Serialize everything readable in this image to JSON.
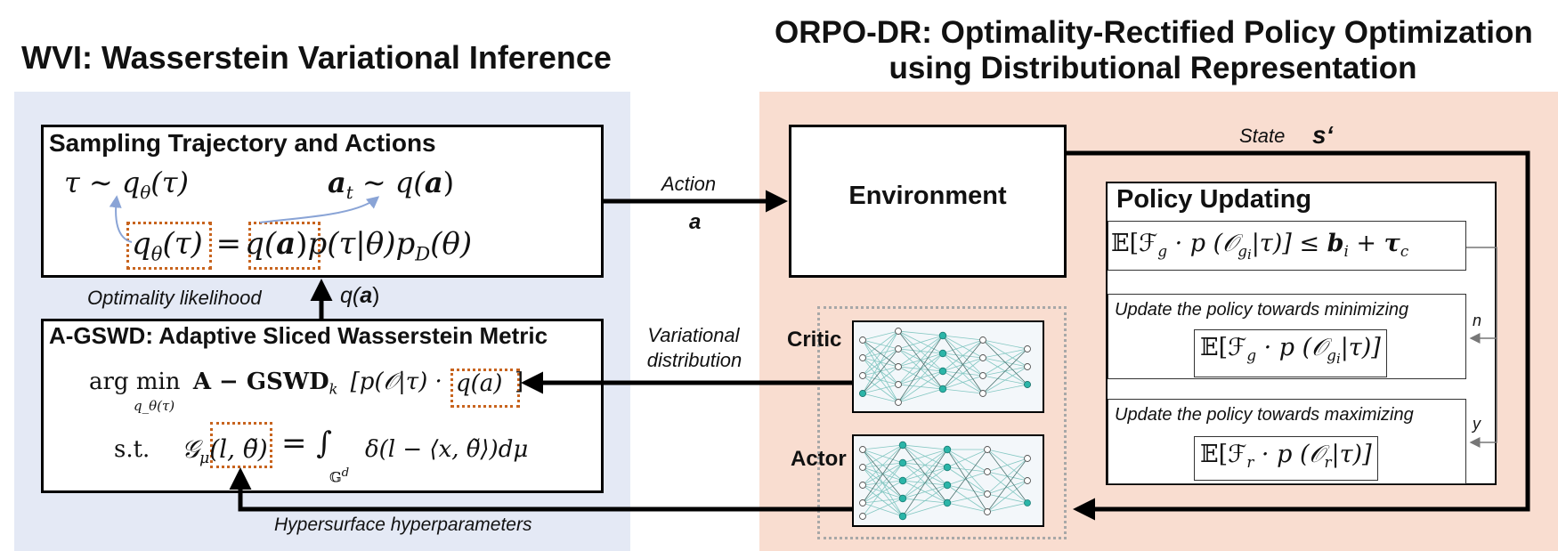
{
  "left_title": "WVI: Wasserstein Variational Inference",
  "right_title_line1": "ORPO-DR: Optimality-Rectified Policy Optimization",
  "right_title_line2": "using Distributional Representation",
  "sampling": {
    "title": "Sampling Trajectory and Actions",
    "tau_eq": "τ ∼ q",
    "tau_sub": "θ",
    "tau_arg": "(τ)",
    "a_eq": "a",
    "a_sub": "t",
    "a_rest": " ∼ q(",
    "a_bold": "a",
    "a_close": ")",
    "q_theta": "q",
    "q_theta_sub": "θ",
    "q_theta_arg": "(τ)",
    "equals": "=",
    "qa_q": "q(",
    "qa_bold": "a",
    "qa_close": ")",
    "p_tau": "p(τ|θ)p",
    "p_sub": "D",
    "p_arg": "(θ)"
  },
  "labels": {
    "optimality_likelihood": "Optimality likelihood",
    "q_a_left": "q(",
    "q_a_bold": "a",
    "q_a_right": ")",
    "action": "Action",
    "action_symbol": "a",
    "variational_1": "Variational",
    "variational_2": "distribution",
    "hypersurface": "Hypersurface hyperparameters",
    "state": "State",
    "state_symbol": "s‘",
    "n": "n",
    "y": "y"
  },
  "agswd": {
    "title": "A-GSWD: Adaptive Sliced Wasserstein Metric",
    "argmin": "arg min",
    "argmin_sub": "q_θ(τ)",
    "main": "A − GSWD",
    "main_sub": "k",
    "bracket": "[p(𝒪|τ) ·",
    "qa": "q(a)",
    "close": "]",
    "st": "s.t.",
    "g": "𝒢",
    "g_sub": "μ",
    "g_arg": "(l, θ̃)",
    "integral": "= ∫",
    "integral_sub": "𝔾",
    "integral_sup": "d",
    "integrand": "δ(l − ⟨x, θ̃⟩)dμ"
  },
  "environment": "Environment",
  "critic": "Critic",
  "actor": "Actor",
  "policy": {
    "title": "Policy Updating",
    "constraint": "𝔼[ℱ_g · p(𝒪_gi|τ)] ≤ b_i + τ_c",
    "c_lhs": "𝔼[ℱ",
    "c_g": "g",
    "c_mid": " · p (𝒪",
    "c_gi": "g",
    "c_i": "i",
    "c_rhs": "|τ)] ≤ ",
    "c_b": "b",
    "c_bi": "i",
    "c_plus": " + ",
    "c_tau": "τ",
    "c_tc": "c",
    "min_text": "Update the policy towards minimizing",
    "min_lhs": "𝔼[ℱ",
    "min_g": "g",
    "min_mid": " · p (𝒪",
    "min_gi": "g",
    "min_i": "i",
    "min_rhs": "|τ)]",
    "max_text": "Update the policy towards maximizing",
    "max_lhs": "𝔼[ℱ",
    "max_r": "r",
    "max_mid": " · p (𝒪",
    "max_r2": "r",
    "max_rhs": "|τ)]"
  },
  "colors": {
    "left_panel": "#e4e9f5",
    "right_panel": "#f9ddd0",
    "dotted_highlight": "#c8641e",
    "curved_arrow": "#8aa4d6"
  }
}
